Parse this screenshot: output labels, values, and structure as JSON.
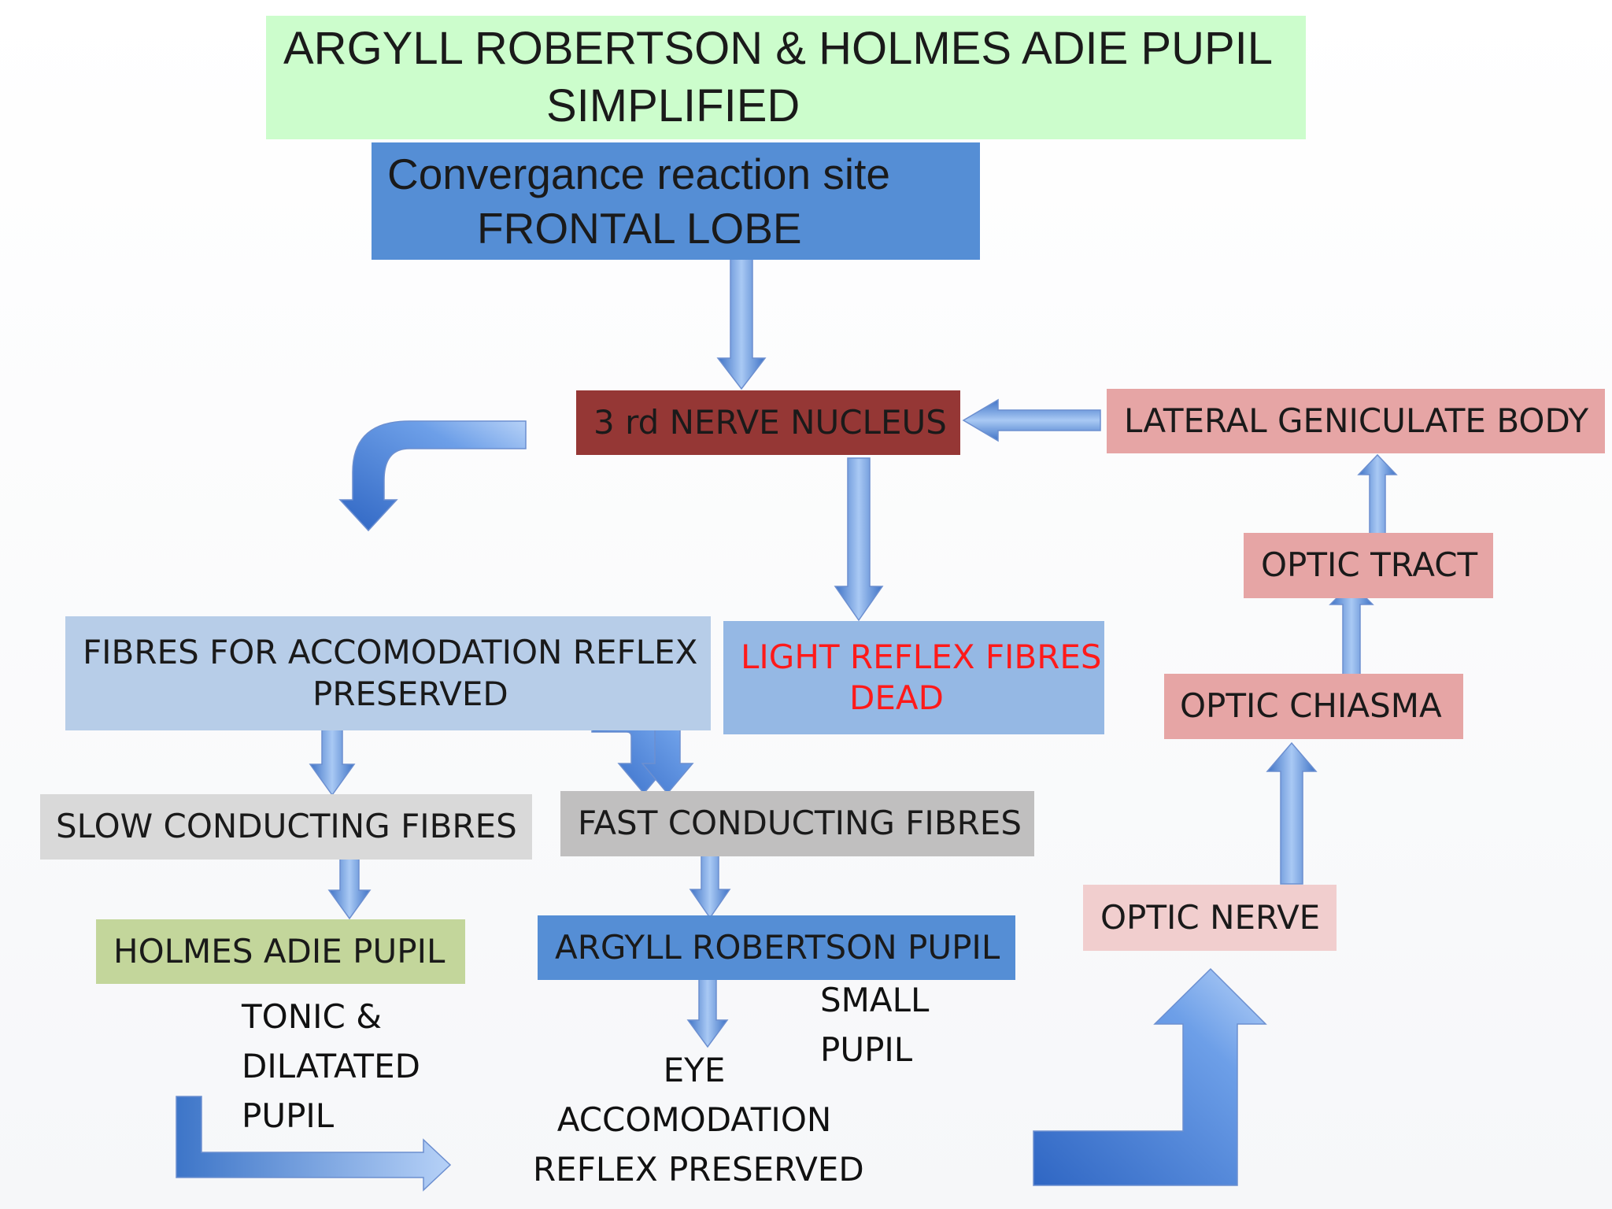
{
  "diagram": {
    "title": {
      "line1": "ARGYLL ROBERTSON & HOLMES ADIE PUPIL",
      "line2": "SIMPLIFIED"
    },
    "frontal_lobe": {
      "line1": "Convergance reaction site",
      "line2": "FRONTAL LOBE"
    },
    "third_nerve_nucleus": "3 rd NERVE NUCLEUS",
    "lateral_geniculate_body": "LATERAL GENICULATE BODY",
    "optic_tract": "OPTIC TRACT",
    "optic_chiasma": "OPTIC CHIASMA",
    "optic_nerve": "OPTIC NERVE",
    "accommodation_fibres": {
      "line1": "FIBRES FOR ACCOMODATION REFLEX",
      "line2": "PRESERVED"
    },
    "light_reflex_fibres": {
      "line1": "LIGHT REFLEX FIBRES",
      "line2": "DEAD"
    },
    "slow_conducting_fibres": "SLOW CONDUCTING FIBRES",
    "fast_conducting_fibres": "FAST CONDUCTING FIBRES",
    "holmes_adie_pupil": "HOLMES ADIE PUPIL",
    "argyll_robertson_pupil": "ARGYLL ROBERTSON PUPIL",
    "tonic_dilated_note": {
      "line1": "TONIC &",
      "line2": "DILATATED",
      "line3": "PUPIL"
    },
    "small_pupil_note": {
      "line1": "SMALL",
      "line2": "PUPIL"
    },
    "eye_accommodation_note": {
      "line1": "EYE",
      "line2": "ACCOMODATION",
      "line3": "REFLEX PRESERVED"
    }
  },
  "colors": {
    "title_fill": "#ccfdcc",
    "frontal_fill": "#558ed5",
    "nucleus_fill": "#953735",
    "pathway_fill": "#e6a5a5",
    "optic_nerve_fill": "#f1cece",
    "accommodation_fill": "#b7cde8",
    "light_reflex_fill": "#95b8e4",
    "light_reflex_text": "#ff1a1a",
    "slow_fill": "#d9d9d9",
    "fast_fill": "#c0bfbf",
    "holmes_fill": "#c3d69b",
    "argyll_fill": "#558ed5",
    "arrow_dark": "#3f73c6",
    "arrow_light": "#a9c9f4"
  },
  "icons": {
    "connectors": "blue-gradient-arrow-icons"
  }
}
